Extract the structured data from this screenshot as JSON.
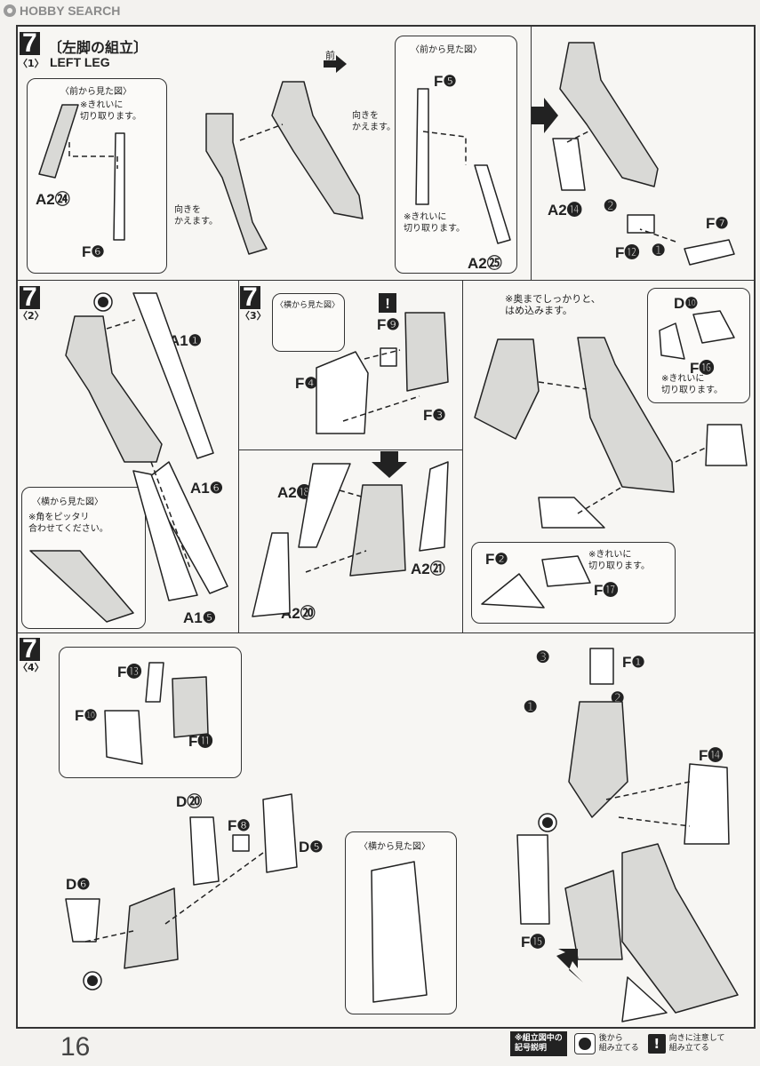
{
  "watermark": "HOBBY SEARCH",
  "step": {
    "number": "7",
    "title": "〔左脚の組立〕",
    "sub1": "〈1〉",
    "sub1_title": "LEFT LEG",
    "sub2": "〈2〉",
    "sub3": "〈3〉",
    "sub4": "〈4〉"
  },
  "panel1": {
    "front_view": "〈前から見た図〉",
    "cut_clean": "※きれいに\n切り取ります。",
    "turn": "向きを\nかえます。",
    "front_arrow": "前",
    "cut_clean2": "※きれいに\n切り取ります。",
    "labels": [
      "A2㉔",
      "F❻",
      "F❺",
      "A2㉕",
      "A2⓮",
      "F⓬",
      "F❼"
    ],
    "order": [
      "➊",
      "➋"
    ]
  },
  "panel2": {
    "side_view": "〈横から見た図〉",
    "corner_note": "※角をピッタリ\n合わせてください。",
    "labels": [
      "A1❶",
      "A1❻",
      "A1❺"
    ]
  },
  "panel3": {
    "side_view": "〈横から見た図〉",
    "labels": [
      "F❾",
      "F❹",
      "F❸",
      "A2⓲",
      "A2㉑",
      "A2⑳"
    ]
  },
  "panel3b": {
    "fit_note": "※奥までしっかりと、\nはめ込みます。",
    "cut_clean": "※きれいに\n切り取ります。",
    "cut_clean2": "※きれいに\n切り取ります。",
    "labels": [
      "D❿",
      "F⓰",
      "F❷",
      "F⓱"
    ]
  },
  "panel4": {
    "side_view": "〈横から見た図〉",
    "labels": [
      "F⓭",
      "F❿",
      "F⓫",
      "D⑳",
      "F❽",
      "D❺",
      "D❻",
      "F❶",
      "F⓮",
      "F⓯"
    ],
    "order": [
      "➌",
      "➊",
      "➋"
    ]
  },
  "footer": {
    "page_number": "16",
    "legend_title": "※組立図中の\n記号説明",
    "legend_later": "後から\n組み立てる",
    "legend_direction": "向きに注意して\n組み立てる"
  }
}
